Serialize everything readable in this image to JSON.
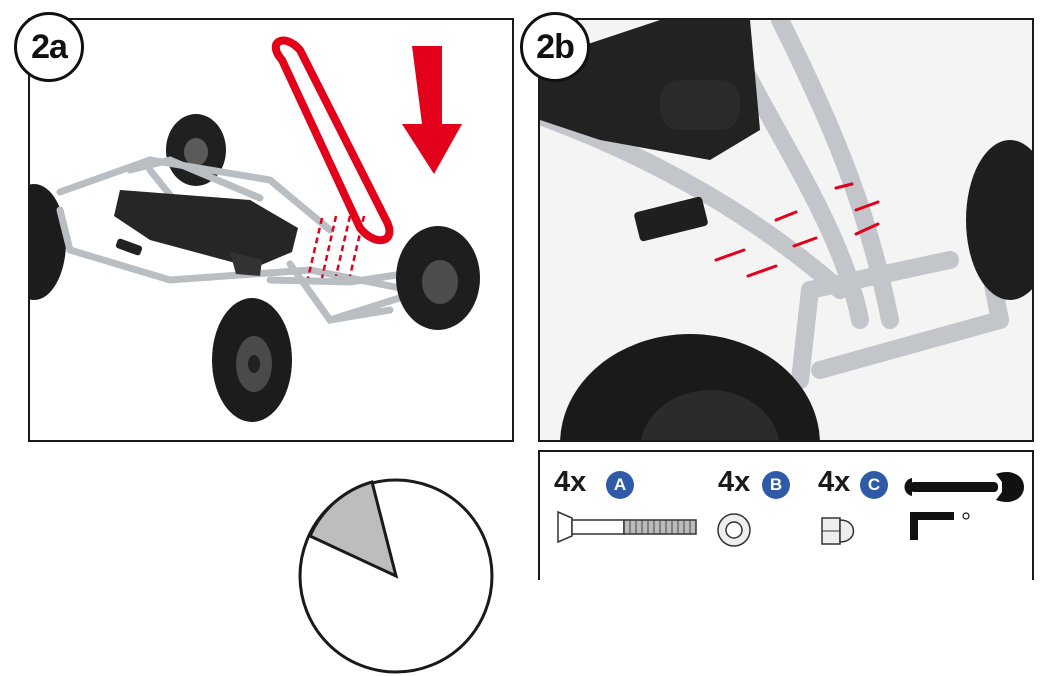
{
  "steps": {
    "a": {
      "label": "2a"
    },
    "b": {
      "label": "2b"
    }
  },
  "parts": {
    "items": [
      {
        "qty": "4x",
        "letter": "A",
        "icon": "bolt-icon"
      },
      {
        "qty": "4x",
        "letter": "B",
        "icon": "washer-icon"
      },
      {
        "qty": "4x",
        "letter": "C",
        "icon": "cap-nut-icon"
      }
    ],
    "tools": [
      "wrench-icon",
      "allen-key-icon"
    ]
  },
  "colors": {
    "highlight_red": "#e3001b",
    "frame_silver": "#c8ccd0",
    "tire_black": "#1c1c1c",
    "badge_blue": "#2f5aa8"
  }
}
